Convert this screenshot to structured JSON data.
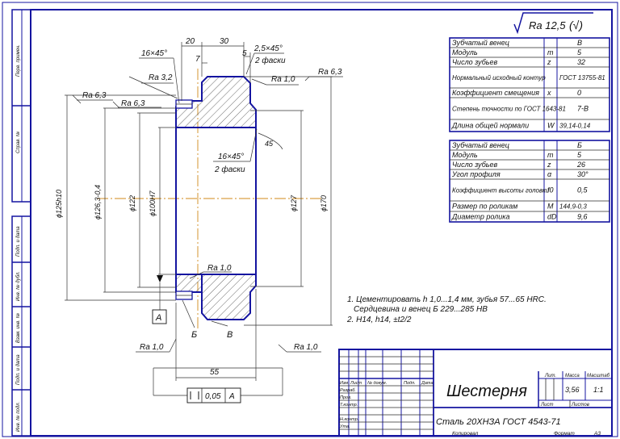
{
  "roughness_general": "Ra 12,5",
  "roughness_general_paren": "(√)",
  "dims": {
    "chamfer_top": "16×45°",
    "d20": "20",
    "d30": "30",
    "d7": "7",
    "d5": "5",
    "chamfer_right": "2,5×45°",
    "chamfer_right_note": "2 фаски",
    "chamfer_inner": "16×45°",
    "chamfer_inner_note": "2 фаски",
    "angle45": "45",
    "d_left_outer": "ϕ125h10",
    "d_left_mid": "ϕ126,3-0,4",
    "d_122": "ϕ122",
    "d_100": "ϕ100H7",
    "d_127": "ϕ127",
    "d_170": "ϕ170",
    "d55": "55",
    "ra_32": "Ra 3,2",
    "ra_63_a": "Ra 6,3",
    "ra_63_b": "Ra 6,3",
    "ra_63_c": "Ra 6,3",
    "ra_10_a": "Ra 1,0",
    "ra_10_b": "Ra 1,0",
    "ra_10_c": "Ra 1,0",
    "ra_10_d": "Ra 1,0",
    "base_a": "А",
    "view_b": "Б",
    "view_v": "В",
    "tol_value": "0,05",
    "tol_base": "А"
  },
  "table1": {
    "rows": [
      {
        "label": "Зубчатый венец",
        "sym": "",
        "val": "В"
      },
      {
        "label": "Модуль",
        "sym": "m",
        "val": "5"
      },
      {
        "label": "Число зубьев",
        "sym": "z",
        "val": "32"
      },
      {
        "label": "Нормальный исходный контур",
        "sym": "",
        "val": "ГОСТ 13755-81"
      },
      {
        "label": "Коэффициент смещения",
        "sym": "x",
        "val": "0"
      },
      {
        "label": "Степень точности по ГОСТ 1643-81",
        "sym": "",
        "val": "7-B"
      },
      {
        "label": "Длина общей нормали",
        "sym": "W",
        "val": "39,14-0,14"
      }
    ]
  },
  "table2": {
    "rows": [
      {
        "label": "Зубчатый венец",
        "sym": "",
        "val": "Б"
      },
      {
        "label": "Модуль",
        "sym": "m",
        "val": "5"
      },
      {
        "label": "Число зубьев",
        "sym": "z",
        "val": "26"
      },
      {
        "label": "Угол профиля",
        "sym": "α",
        "val": "30°"
      },
      {
        "label": "Коэффициент высоты головки",
        "sym": "f0",
        "val": "0,5"
      },
      {
        "label": "Размер по роликам",
        "sym": "M",
        "val": "144,9-0,3"
      },
      {
        "label": "Диаметр ролика",
        "sym": "dD",
        "val": "9,6"
      }
    ]
  },
  "notes": {
    "n1a": "1. Цементировать h 1,0...1,4 мм, зубья 57...65 HRC.",
    "n1b": "Сердцевина и венец Б 229...285 HB",
    "n2": "2. H14, h14, ±t2/2"
  },
  "title_block": {
    "name": "Шестерня",
    "material": "Сталь 20ХНЗА ГОСТ 4543-71",
    "lit_label": "Лит.",
    "mass_label": "Масса",
    "scale_label": "Масштаб",
    "mass_value": "3,56",
    "scale_value": "1:1",
    "sheet_label": "Лист",
    "sheets_label": "Листов",
    "col_izm": "Изм.",
    "col_list": "Лист",
    "col_doc": "№ докум.",
    "col_sign": "Подп.",
    "col_date": "Дата",
    "row_razrab": "Разраб.",
    "row_prov": "Пров.",
    "row_tkontr": "Т.контр.",
    "row_nkontr": "Н.контр.",
    "row_utv": "Утв.",
    "copied": "Копировал",
    "format_label": "Формат",
    "format_value": "А3"
  },
  "side_strip": {
    "s1": "Перв. примен.",
    "s2": "Справ. №",
    "s3": "Подп. и дата",
    "s4": "Инв. № дубл.",
    "s5": "Взам. инв. №",
    "s6": "Подп. и дата",
    "s7": "Инв. № подл."
  }
}
